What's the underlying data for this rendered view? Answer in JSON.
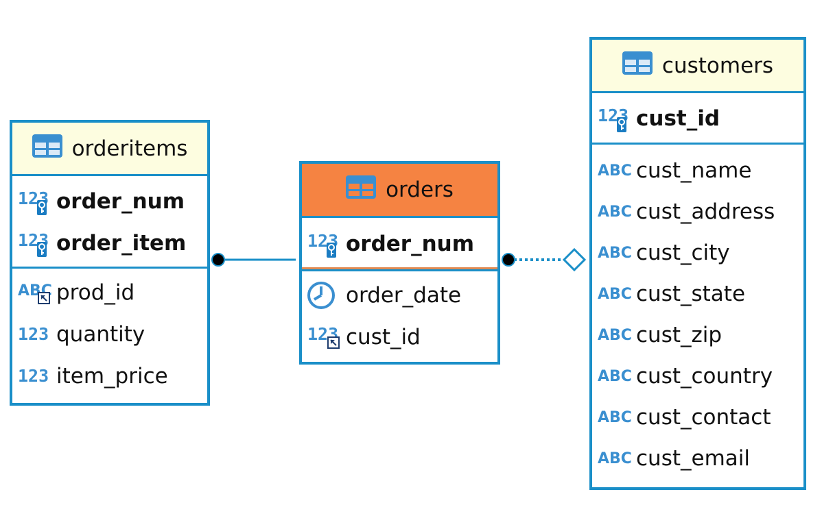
{
  "tables": {
    "orderitems": {
      "name": "orderitems",
      "pk_columns": [
        {
          "name": "order_num",
          "type": "123"
        },
        {
          "name": "order_item",
          "type": "123"
        }
      ],
      "columns": [
        {
          "name": "prod_id",
          "type": "ABC"
        },
        {
          "name": "quantity",
          "type": "123"
        },
        {
          "name": "item_price",
          "type": "123"
        }
      ]
    },
    "orders": {
      "name": "orders",
      "pk_columns": [
        {
          "name": "order_num",
          "type": "123"
        }
      ],
      "columns": [
        {
          "name": "order_date",
          "type": "datetime"
        },
        {
          "name": "cust_id",
          "type": "123"
        }
      ]
    },
    "customers": {
      "name": "customers",
      "pk_columns": [
        {
          "name": "cust_id",
          "type": "123"
        }
      ],
      "columns": [
        {
          "name": "cust_name",
          "type": "ABC"
        },
        {
          "name": "cust_address",
          "type": "ABC"
        },
        {
          "name": "cust_city",
          "type": "ABC"
        },
        {
          "name": "cust_state",
          "type": "ABC"
        },
        {
          "name": "cust_zip",
          "type": "ABC"
        },
        {
          "name": "cust_country",
          "type": "ABC"
        },
        {
          "name": "cust_contact",
          "type": "ABC"
        },
        {
          "name": "cust_email",
          "type": "ABC"
        }
      ]
    }
  },
  "colors": {
    "border": "#1a8fc8",
    "header_normal": "#fdfde0",
    "header_selected": "#f58342",
    "icon_blue": "#3a8fd0"
  }
}
